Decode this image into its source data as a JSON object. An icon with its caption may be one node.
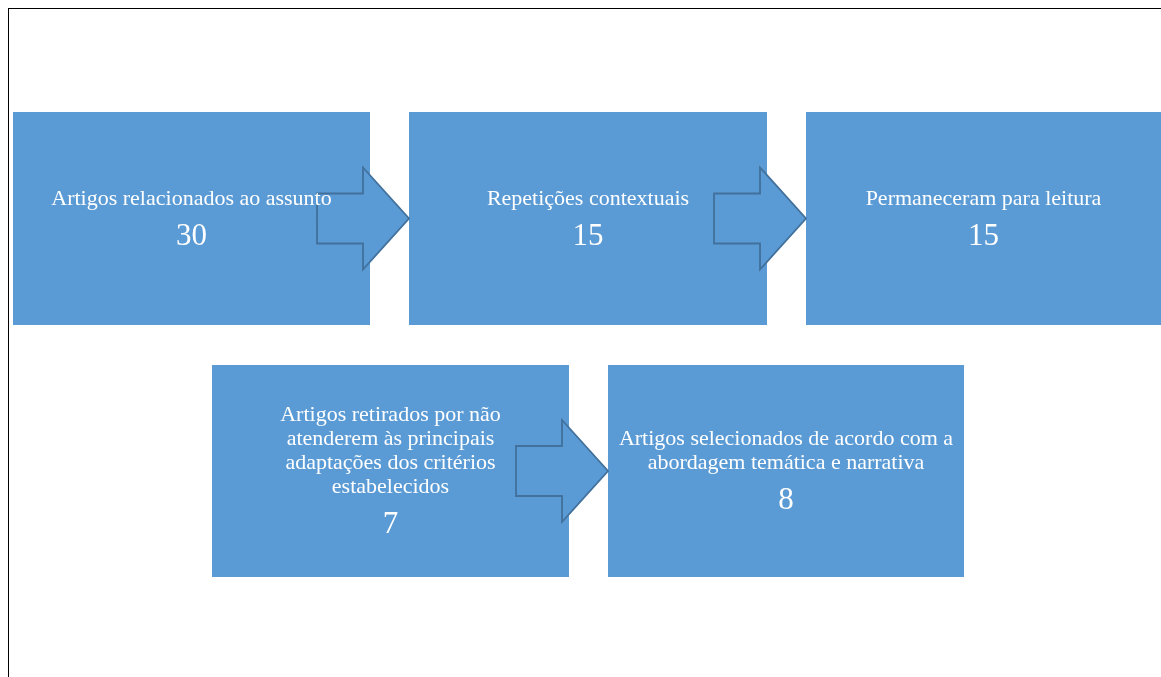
{
  "diagram": {
    "nodes": [
      {
        "text": [
          "Artigos relacionados ao assunto",
          "30"
        ]
      },
      {
        "text": [
          "Repetições contextuais",
          "15"
        ]
      },
      {
        "text": [
          "Permaneceram para leitura",
          "15"
        ]
      },
      {
        "text": [
          "Artigos retirados por não atenderem às principais adaptações dos critérios estabelecidos",
          "7"
        ]
      },
      {
        "text": [
          "Artigos selecionados de acordo com a abordagem temática e narrativa",
          "8"
        ]
      }
    ],
    "edges": [
      {
        "from": 0,
        "to": 1,
        "arrow": "to"
      },
      {
        "from": 1,
        "to": 2,
        "arrow": "to"
      },
      {
        "from": 3,
        "to": 4,
        "arrow": "to"
      }
    ]
  }
}
